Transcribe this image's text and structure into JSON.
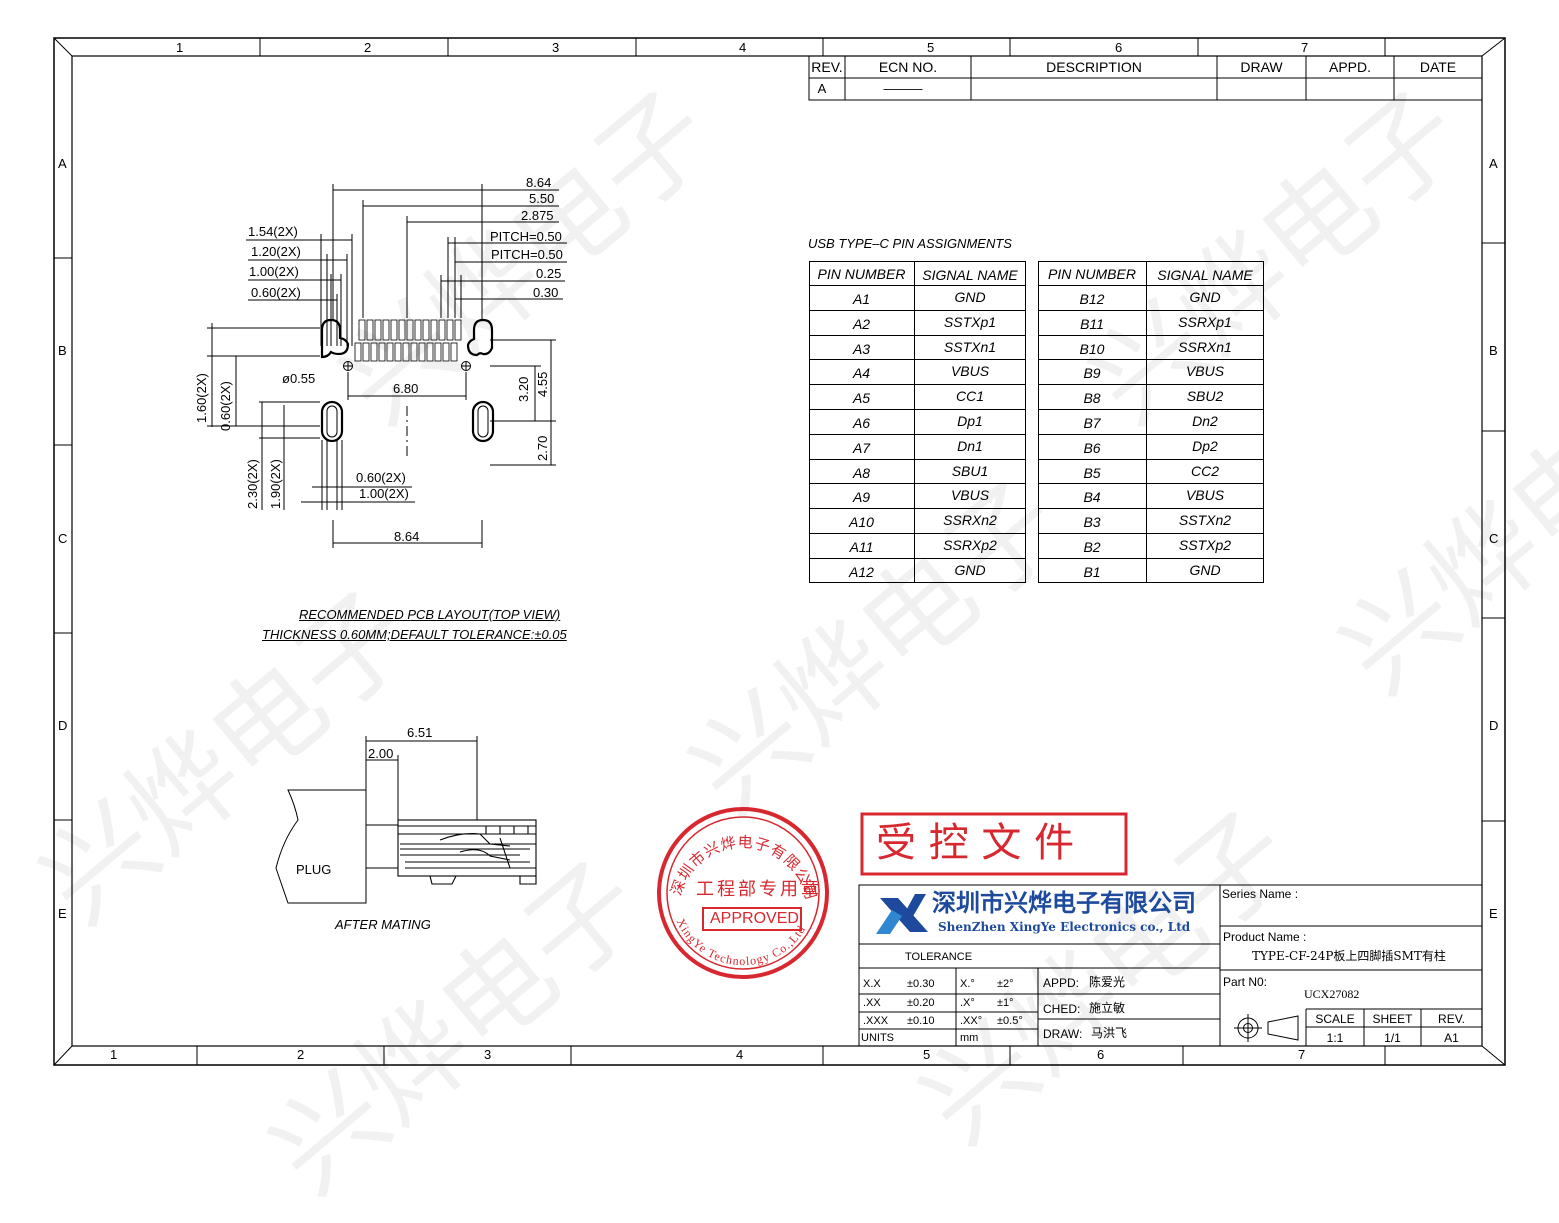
{
  "frame": {
    "top_zones": [
      "1",
      "2",
      "3",
      "4",
      "5",
      "6",
      "7"
    ],
    "bottom_zones": [
      "1",
      "2",
      "3",
      "4",
      "5",
      "6",
      "7"
    ],
    "side_zones": [
      "A",
      "B",
      "C",
      "D",
      "E"
    ]
  },
  "revision_table": {
    "headers": [
      "REV.",
      "ECN  NO.",
      "DESCRIPTION",
      "DRAW",
      "APPD.",
      "DATE"
    ],
    "rows": [
      [
        "A",
        "———",
        "",
        "",
        "",
        ""
      ]
    ]
  },
  "pcb_layout": {
    "dims_top": [
      "8.64",
      "5.50",
      "2.875",
      "PITCH=0.50",
      "PITCH=0.50",
      "0.25",
      "0.30"
    ],
    "dims_left": [
      "1.54(2X)",
      "1.20(2X)",
      "1.00(2X)",
      "0.60(2X)"
    ],
    "dim_hole": "ø0.55",
    "dim_center": "6.80",
    "dims_right": [
      "3.20",
      "4.55",
      "2.70"
    ],
    "dims_vert_left": [
      "1.60(2X)",
      "0.60(2X)",
      "2.30(2X)",
      "1.90(2X)"
    ],
    "dims_bottom": [
      "0.60(2X)",
      "1.00(2X)",
      "8.64"
    ],
    "caption_1": "RECOMMENDED  PCB  LAYOUT(TOP  VIEW)",
    "caption_2": "THICKNESS  0.60MM;DEFAULT  TOLERANCE:±0.05"
  },
  "mating_view": {
    "dim_1": "6.51",
    "dim_2": "2.00",
    "plug_label": "PLUG",
    "caption": "AFTER  MATING"
  },
  "pin_table": {
    "title": "USB  TYPE–C  PIN  ASSIGNMENTS",
    "col_headers": [
      "PIN  NUMBER",
      "SIGNAL  NAME"
    ],
    "left": [
      [
        "A1",
        "GND"
      ],
      [
        "A2",
        "SSTXp1"
      ],
      [
        "A3",
        "SSTXn1"
      ],
      [
        "A4",
        "VBUS"
      ],
      [
        "A5",
        "CC1"
      ],
      [
        "A6",
        "Dp1"
      ],
      [
        "A7",
        "Dn1"
      ],
      [
        "A8",
        "SBU1"
      ],
      [
        "A9",
        "VBUS"
      ],
      [
        "A10",
        "SSRXn2"
      ],
      [
        "A11",
        "SSRXp2"
      ],
      [
        "A12",
        "GND"
      ]
    ],
    "right": [
      [
        "B12",
        "GND"
      ],
      [
        "B11",
        "SSRXp1"
      ],
      [
        "B10",
        "SSRXn1"
      ],
      [
        "B9",
        "VBUS"
      ],
      [
        "B8",
        "SBU2"
      ],
      [
        "B7",
        "Dn2"
      ],
      [
        "B6",
        "Dp2"
      ],
      [
        "B5",
        "CC2"
      ],
      [
        "B4",
        "VBUS"
      ],
      [
        "B3",
        "SSTXn2"
      ],
      [
        "B2",
        "SSTXp2"
      ],
      [
        "B1",
        "GND"
      ]
    ]
  },
  "stamp": {
    "outer_text": "深圳市兴烨电子有限公司",
    "inner_cn": "工程部专用章",
    "approved": "APPROVED",
    "outer_en": "XingYe Technology Co.,Ltd"
  },
  "controlled_doc": "受  控  文  件",
  "title_block": {
    "company_cn": "深圳市兴烨电子有限公司",
    "company_en": "ShenZhen XingYe Electronics co., Ltd",
    "tolerance_label": "TOLERANCE",
    "tolerances": [
      [
        "X.X",
        "±0.30",
        "X.°",
        "±2°"
      ],
      [
        ".XX",
        "±0.20",
        ".X°",
        "±1°"
      ],
      [
        ".XXX",
        "±0.10",
        ".XX°",
        "±0.5°"
      ]
    ],
    "units_label": "UNITS",
    "units_value": "mm",
    "appd": "APPD:",
    "appd_name": "陈爱光",
    "ched": "CHED:",
    "ched_name": "施立敏",
    "draw": "DRAW:",
    "draw_name": "马洪飞",
    "series_label": "Series Name :",
    "product_label": "Product Name :",
    "product_value": "TYPE-CF-24P板上四脚插SMT有柱",
    "part_label": "Part N0:",
    "part_value": "UCX27082",
    "scale_label": "SCALE",
    "scale_value": "1:1",
    "sheet_label": "SHEET",
    "sheet_value": "1/1",
    "rev_label": "REV.",
    "rev_value": "A1"
  },
  "watermark": "兴烨电子",
  "colors": {
    "stamp_red": "#d8282f",
    "logo_blue": "#1d4a9c",
    "line": "#000000"
  }
}
